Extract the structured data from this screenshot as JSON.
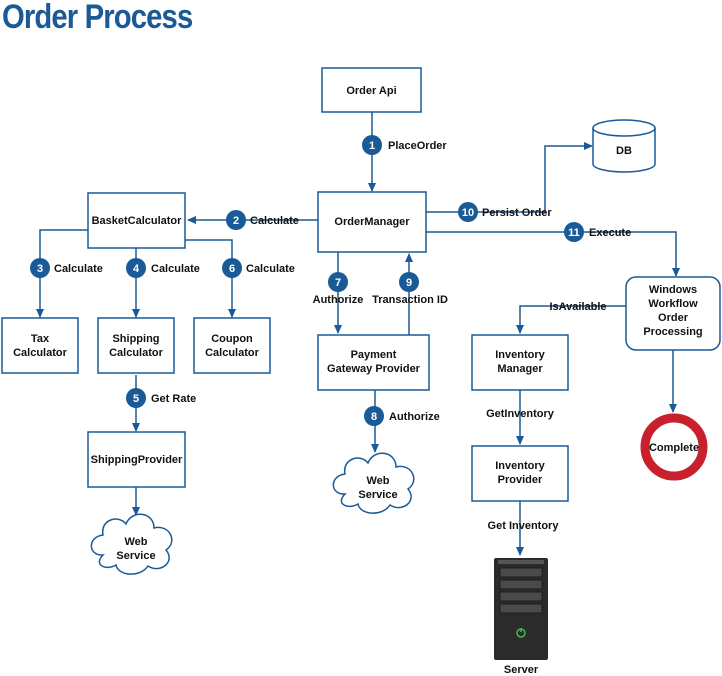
{
  "title": "Order Process",
  "colors": {
    "accent": "#1a5a96",
    "complete_ring": "#c8202c",
    "server": "#2b2b2b",
    "power": "#3fbf3f"
  },
  "nodes": {
    "order_api": "Order Api",
    "db": "DB",
    "order_manager": "OrderManager",
    "basket_calculator": "BasketCalculator",
    "tax_calculator": [
      "Tax",
      "Calculator"
    ],
    "shipping_calculator": [
      "Shipping",
      "Calculator"
    ],
    "coupon_calculator": [
      "Coupon",
      "Calculator"
    ],
    "shipping_provider": "ShippingProvider",
    "web_service_left": [
      "Web",
      "Service"
    ],
    "payment_gateway": [
      "Payment",
      "Gateway Provider"
    ],
    "web_service_mid": [
      "Web",
      "Service"
    ],
    "windows_workflow": [
      "Windows",
      "Workflow",
      "Order",
      "Processing"
    ],
    "inventory_manager": [
      "Inventory",
      "Manager"
    ],
    "inventory_provider": [
      "Inventory",
      "Provider"
    ],
    "complete": "Complete",
    "server": "Server"
  },
  "steps": [
    {
      "num": "1",
      "label": "PlaceOrder"
    },
    {
      "num": "2",
      "label": "Calculate"
    },
    {
      "num": "3",
      "label": "Calculate"
    },
    {
      "num": "4",
      "label": "Calculate"
    },
    {
      "num": "5",
      "label": "Get Rate"
    },
    {
      "num": "6",
      "label": "Calculate"
    },
    {
      "num": "7",
      "label": "Authorize"
    },
    {
      "num": "8",
      "label": "Authorize"
    },
    {
      "num": "9",
      "label": "Transaction ID"
    },
    {
      "num": "10",
      "label": "Persist Order"
    },
    {
      "num": "11",
      "label": "Execute"
    }
  ],
  "labels": {
    "is_available": "IsAvailable",
    "get_inventory_1": "GetInventory",
    "get_inventory_2": "Get Inventory"
  }
}
